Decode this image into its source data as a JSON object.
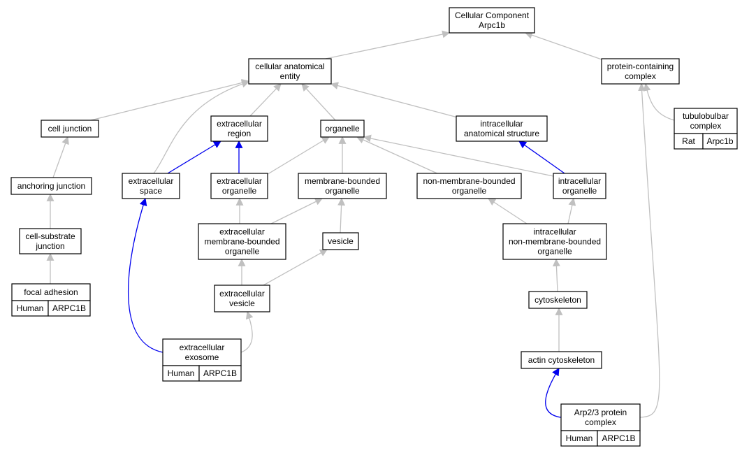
{
  "title": "",
  "colors": {
    "edge_default": "#c0c0c0",
    "edge_highlight": "#0000ee",
    "badge_human": "#f26449",
    "badge_rat": "#f9cf06"
  },
  "nodes": {
    "cellular_component": {
      "lines": [
        "Cellular Component",
        "Arpc1b"
      ]
    },
    "cellular_anatomical_entity": {
      "lines": [
        "cellular anatomical",
        "entity"
      ]
    },
    "protein_containing_complex": {
      "lines": [
        "protein-containing",
        "complex"
      ]
    },
    "cell_junction": {
      "lines": [
        "cell junction"
      ]
    },
    "extracellular_region": {
      "lines": [
        "extracellular",
        "region"
      ]
    },
    "organelle": {
      "lines": [
        "organelle"
      ]
    },
    "intracellular_anatomical_structure": {
      "lines": [
        "intracellular",
        "anatomical structure"
      ]
    },
    "tubulobulbar_complex": {
      "lines": [
        "tubulobulbar",
        "complex"
      ]
    },
    "anchoring_junction": {
      "lines": [
        "anchoring junction"
      ]
    },
    "extracellular_space": {
      "lines": [
        "extracellular",
        "space"
      ]
    },
    "extracellular_organelle": {
      "lines": [
        "extracellular",
        "organelle"
      ]
    },
    "membrane_bounded_organelle": {
      "lines": [
        "membrane-bounded",
        "organelle"
      ]
    },
    "non_membrane_bounded_organelle": {
      "lines": [
        "non-membrane-bounded",
        "organelle"
      ]
    },
    "intracellular_organelle": {
      "lines": [
        "intracellular",
        "organelle"
      ]
    },
    "cell_substrate_junction": {
      "lines": [
        "cell-substrate",
        "junction"
      ]
    },
    "extracellular_membrane_bounded_organelle": {
      "lines": [
        "extracellular",
        "membrane-bounded",
        "organelle"
      ]
    },
    "vesicle": {
      "lines": [
        "vesicle"
      ]
    },
    "intracellular_non_membrane_bounded_organelle": {
      "lines": [
        "intracellular",
        "non-membrane-bounded",
        "organelle"
      ]
    },
    "focal_adhesion": {
      "lines": [
        "focal adhesion"
      ]
    },
    "extracellular_vesicle": {
      "lines": [
        "extracellular",
        "vesicle"
      ]
    },
    "cytoskeleton": {
      "lines": [
        "cytoskeleton"
      ]
    },
    "extracellular_exosome": {
      "lines": [
        "extracellular",
        "exosome"
      ]
    },
    "actin_cytoskeleton": {
      "lines": [
        "actin cytoskeleton"
      ]
    },
    "arp23_protein_complex": {
      "lines": [
        "Arp2/3 protein",
        "complex"
      ]
    }
  },
  "badges": {
    "tubulobulbar_complex": {
      "species": "Rat",
      "gene": "Arpc1b",
      "color": "#f9cf06"
    },
    "focal_adhesion": {
      "species": "Human",
      "gene": "ARPC1B",
      "color": "#f26449"
    },
    "extracellular_exosome": {
      "species": "Human",
      "gene": "ARPC1B",
      "color": "#f26449"
    },
    "arp23_protein_complex": {
      "species": "Human",
      "gene": "ARPC1B",
      "color": "#f26449"
    }
  },
  "edges": [
    {
      "from": "cellular_anatomical_entity",
      "to": "cellular_component",
      "highlight": false
    },
    {
      "from": "protein_containing_complex",
      "to": "cellular_component",
      "highlight": false
    },
    {
      "from": "cell_junction",
      "to": "cellular_anatomical_entity",
      "highlight": false
    },
    {
      "from": "extracellular_space",
      "to": "cellular_anatomical_entity",
      "highlight": false
    },
    {
      "from": "extracellular_region",
      "to": "cellular_anatomical_entity",
      "highlight": false
    },
    {
      "from": "organelle",
      "to": "cellular_anatomical_entity",
      "highlight": false
    },
    {
      "from": "intracellular_anatomical_structure",
      "to": "cellular_anatomical_entity",
      "highlight": false
    },
    {
      "from": "tubulobulbar_complex",
      "to": "protein_containing_complex",
      "highlight": false
    },
    {
      "from": "arp23_protein_complex",
      "to": "protein_containing_complex",
      "highlight": false
    },
    {
      "from": "anchoring_junction",
      "to": "cell_junction",
      "highlight": false
    },
    {
      "from": "cell_substrate_junction",
      "to": "anchoring_junction",
      "highlight": false
    },
    {
      "from": "focal_adhesion",
      "to": "cell_substrate_junction",
      "highlight": false
    },
    {
      "from": "extracellular_space",
      "to": "extracellular_region",
      "highlight": true
    },
    {
      "from": "extracellular_organelle",
      "to": "extracellular_region",
      "highlight": true
    },
    {
      "from": "extracellular_organelle",
      "to": "organelle",
      "highlight": false
    },
    {
      "from": "membrane_bounded_organelle",
      "to": "organelle",
      "highlight": false
    },
    {
      "from": "non_membrane_bounded_organelle",
      "to": "organelle",
      "highlight": false
    },
    {
      "from": "intracellular_organelle",
      "to": "organelle",
      "highlight": false
    },
    {
      "from": "intracellular_organelle",
      "to": "intracellular_anatomical_structure",
      "highlight": true
    },
    {
      "from": "extracellular_membrane_bounded_organelle",
      "to": "extracellular_organelle",
      "highlight": false
    },
    {
      "from": "extracellular_membrane_bounded_organelle",
      "to": "membrane_bounded_organelle",
      "highlight": false
    },
    {
      "from": "vesicle",
      "to": "membrane_bounded_organelle",
      "highlight": false
    },
    {
      "from": "intracellular_non_membrane_bounded_organelle",
      "to": "non_membrane_bounded_organelle",
      "highlight": false
    },
    {
      "from": "intracellular_non_membrane_bounded_organelle",
      "to": "intracellular_organelle",
      "highlight": false
    },
    {
      "from": "extracellular_vesicle",
      "to": "extracellular_membrane_bounded_organelle",
      "highlight": false
    },
    {
      "from": "extracellular_vesicle",
      "to": "vesicle",
      "highlight": false
    },
    {
      "from": "extracellular_exosome",
      "to": "extracellular_vesicle",
      "highlight": false
    },
    {
      "from": "extracellular_exosome",
      "to": "extracellular_space",
      "highlight": true
    },
    {
      "from": "cytoskeleton",
      "to": "intracellular_non_membrane_bounded_organelle",
      "highlight": false
    },
    {
      "from": "actin_cytoskeleton",
      "to": "cytoskeleton",
      "highlight": false
    },
    {
      "from": "arp23_protein_complex",
      "to": "actin_cytoskeleton",
      "highlight": true
    }
  ]
}
